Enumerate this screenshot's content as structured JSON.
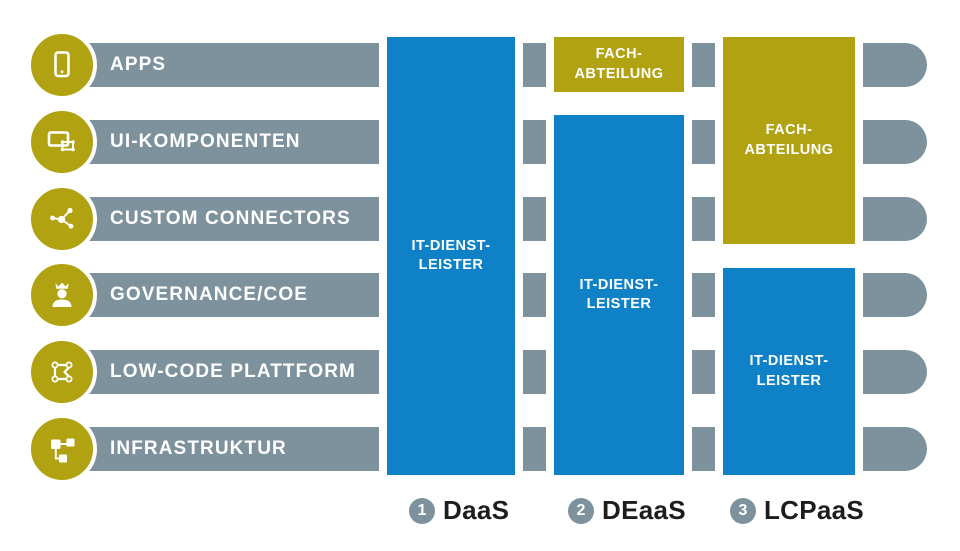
{
  "colors": {
    "blue": "#0f81c6",
    "gold": "#b1a212",
    "gray": "#7d929c",
    "dark": "#1d1d1b"
  },
  "layers": [
    {
      "label": "APPS",
      "icon": "smartphone-icon"
    },
    {
      "label": "UI-KOMPONENTEN",
      "icon": "ui-windows-icon"
    },
    {
      "label": "CUSTOM CONNECTORS",
      "icon": "network-nodes-icon"
    },
    {
      "label": "GOVERNANCE/COE",
      "icon": "person-crown-icon"
    },
    {
      "label": "LOW-CODE PLATTFORM",
      "icon": "vector-square-icon"
    },
    {
      "label": "INFRASTRUKTUR",
      "icon": "sitemap-icon"
    }
  ],
  "columns": [
    {
      "id": "daas",
      "legend_number": "1",
      "legend_label": "DaaS",
      "boxes": [
        {
          "type": "it-provider",
          "line1": "IT-DIENST-",
          "line2": "LEISTER",
          "covers_layers": "1-6"
        }
      ]
    },
    {
      "id": "deaas",
      "legend_number": "2",
      "legend_label": "DEaaS",
      "boxes": [
        {
          "type": "business-unit",
          "line1": "FACH-",
          "line2": "ABTEILUNG",
          "covers_layers": "1"
        },
        {
          "type": "it-provider",
          "line1": "IT-DIENST-",
          "line2": "LEISTER",
          "covers_layers": "2-6"
        }
      ]
    },
    {
      "id": "lcpaas",
      "legend_number": "3",
      "legend_label": "LCPaaS",
      "boxes": [
        {
          "type": "business-unit",
          "line1": "FACH-",
          "line2": "ABTEILUNG",
          "covers_layers": "1-3"
        },
        {
          "type": "it-provider",
          "line1": "IT-DIENST-",
          "line2": "LEISTER",
          "covers_layers": "4-6"
        }
      ]
    }
  ]
}
